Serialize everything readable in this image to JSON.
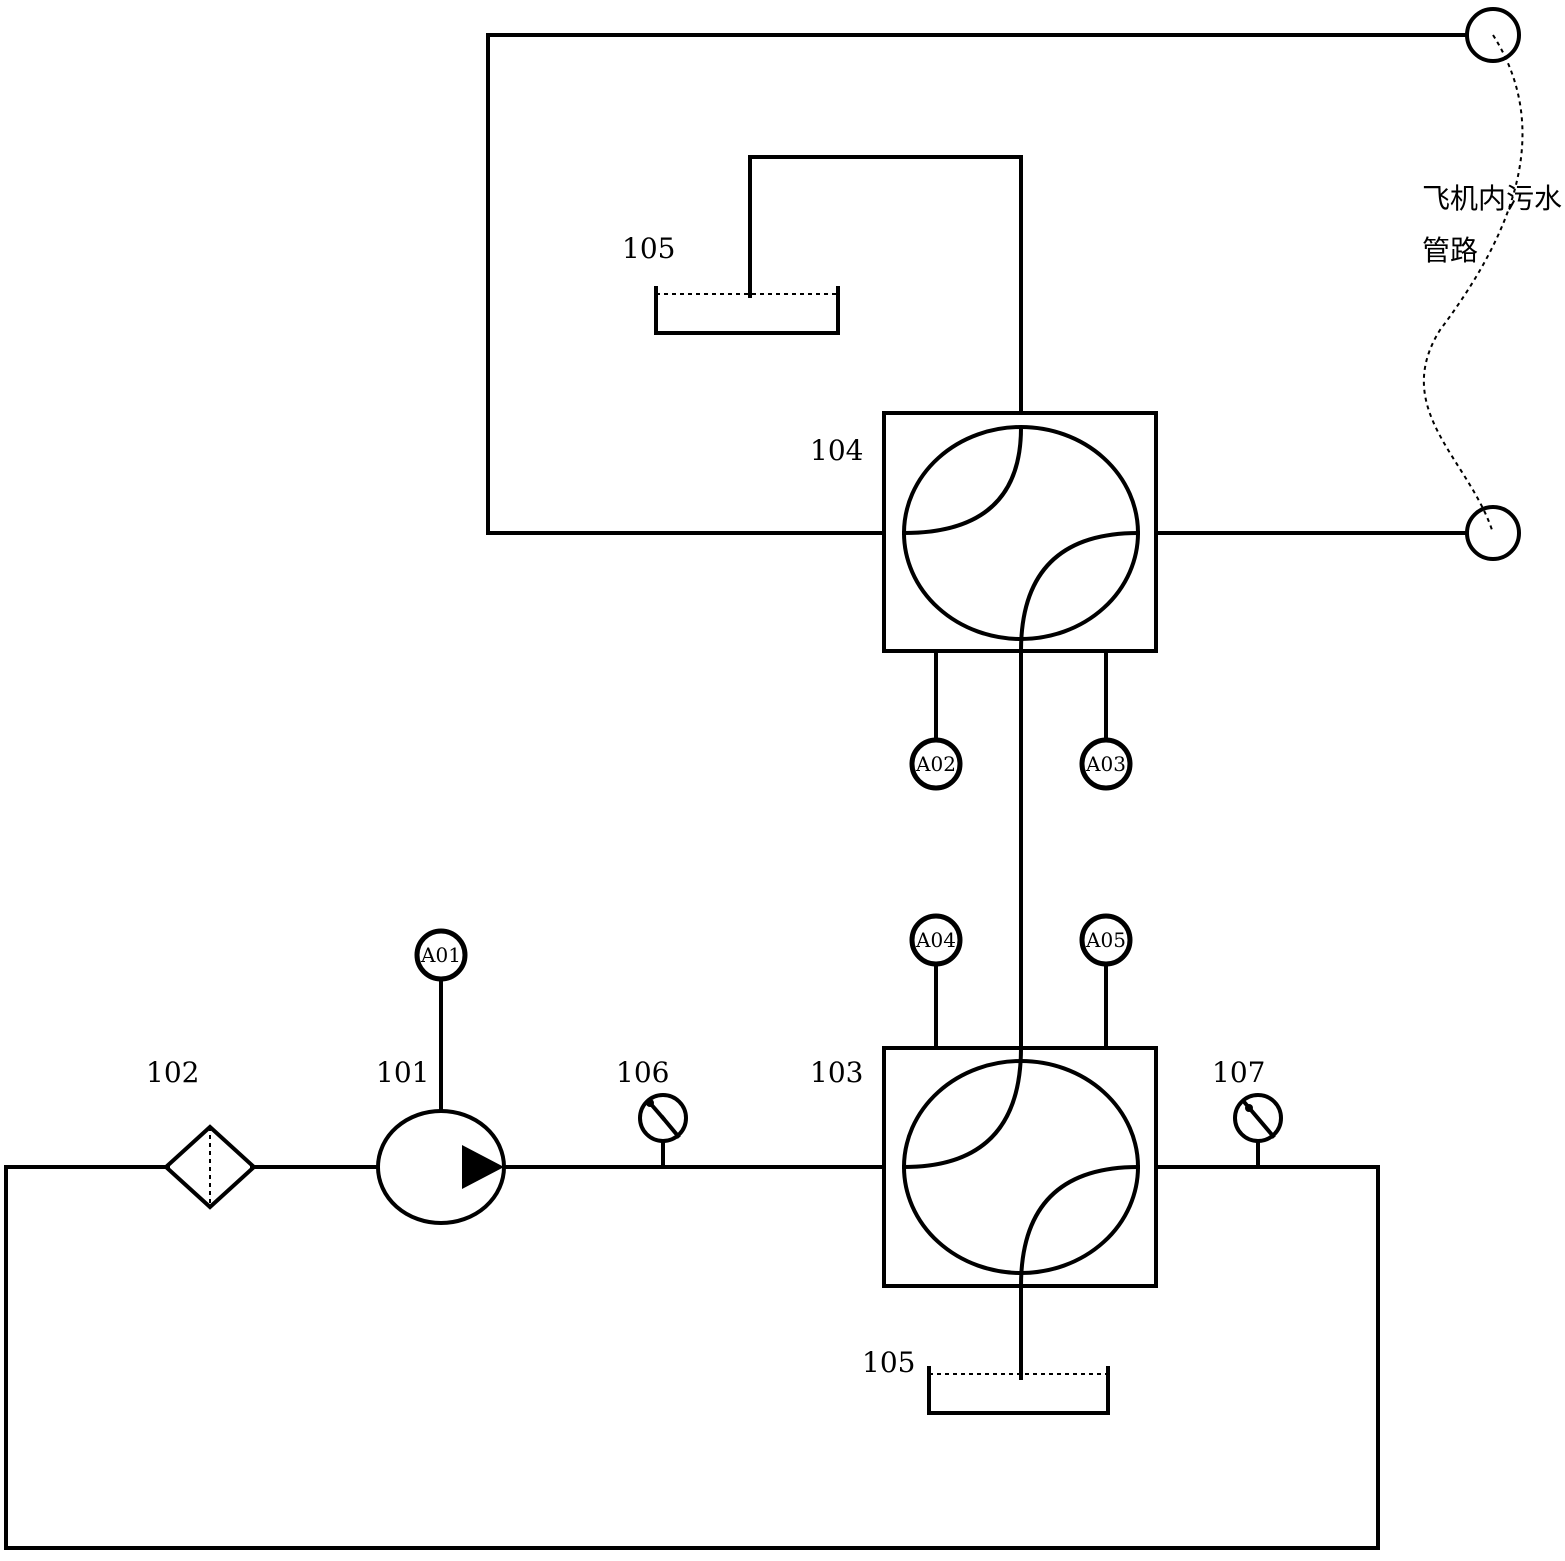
{
  "labels": {
    "pump": "101",
    "filter": "102",
    "valve_lower": "103",
    "valve_upper": "104",
    "tank_upper": "105",
    "tank_lower": "105",
    "gauge_left": "106",
    "gauge_right": "107"
  },
  "actuators": {
    "a01": "A01",
    "a02": "A02",
    "a03": "A03",
    "a04": "A04",
    "a05": "A05"
  },
  "aircraft_pipe": {
    "line1": "飞机内污水",
    "line2": "管路"
  }
}
